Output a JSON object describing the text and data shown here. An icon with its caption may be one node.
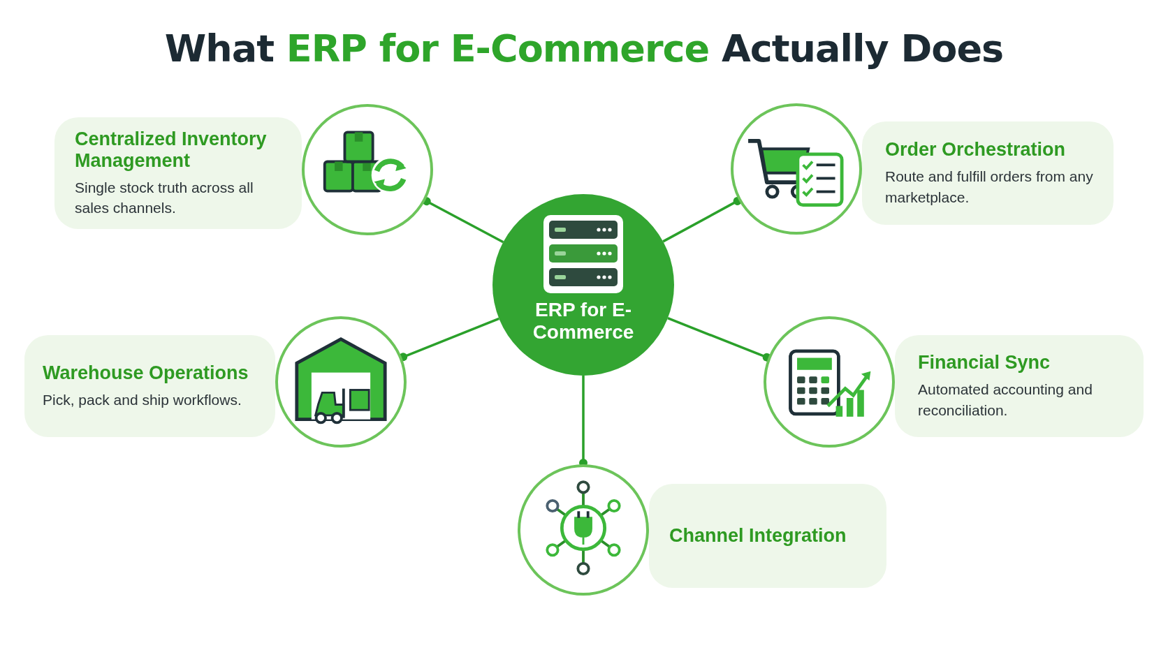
{
  "diagram": {
    "title": "What **ERP for E-Commerce** Actually Does",
    "nodes": [
      {
        "text": [
          "ERP for E-Commerce"
        ]
      },
      {
        "text": [
          "Centralized Inventory Management",
          "Single stock truth across all sales channels."
        ]
      },
      {
        "text": [],
        "shape": "circle"
      },
      {
        "text": [
          "Order Orchestration",
          "Route and fulfill orders from any marketplace."
        ]
      },
      {
        "text": [],
        "shape": "circle"
      },
      {
        "text": [
          "Warehouse Operations",
          "Pick, pack and ship workflows."
        ]
      },
      {
        "text": [],
        "shape": "circle"
      },
      {
        "text": [
          "Financial Sync",
          "Automated accounting and reconciliation."
        ]
      },
      {
        "text": [],
        "shape": "circle"
      },
      {
        "text": [
          "Channel Integration"
        ]
      },
      {
        "text": [],
        "shape": "circle"
      }
    ],
    "edges": [
      {
        "from": 0,
        "to": 2,
        "arrow": "other"
      },
      {
        "from": 0,
        "to": 4,
        "arrow": "other"
      },
      {
        "from": 0,
        "to": 6,
        "arrow": "other"
      },
      {
        "from": 0,
        "to": 8,
        "arrow": "other"
      },
      {
        "from": 0,
        "to": 10,
        "arrow": "other"
      }
    ]
  }
}
